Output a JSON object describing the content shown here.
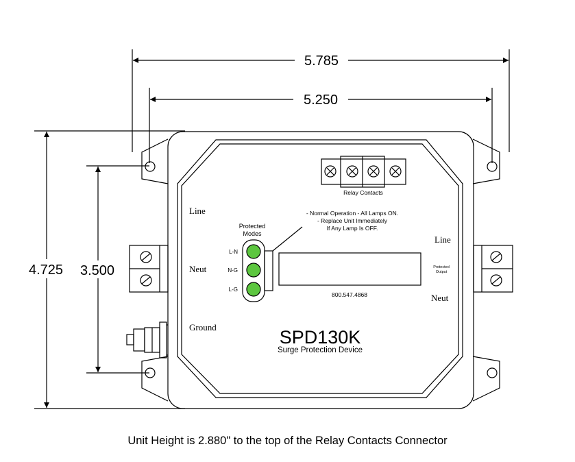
{
  "dimensions": {
    "overall_width": "5.785",
    "mount_width": "5.250",
    "overall_height": "4.725",
    "mount_height": "3.500"
  },
  "terminals": {
    "left_line": "Line",
    "left_neutral": "Neut",
    "left_ground": "Ground",
    "right_line": "Line",
    "right_neutral": "Neut",
    "protected_output_line1": "Protected",
    "protected_output_line2": "Output"
  },
  "relay": {
    "label": "Relay Contacts"
  },
  "indicators": {
    "title_line1": "Protected",
    "title_line2": "Modes",
    "lamps": [
      {
        "label": "L-N",
        "color": "#5cc63f"
      },
      {
        "label": "N-G",
        "color": "#5cc63f"
      },
      {
        "label": "L-G",
        "color": "#5cc63f"
      }
    ]
  },
  "notes": {
    "line1": "- Normal Operation - All Lamps ON.",
    "line2": "- Replace Unit Immediately",
    "line3": "If Any Lamp Is OFF."
  },
  "device": {
    "phone": "800.547.4868",
    "model": "SPD130K",
    "description": "Surge Protection Device"
  },
  "footnote": "Unit Height is 2.880\" to the top of the Relay Contacts Connector"
}
